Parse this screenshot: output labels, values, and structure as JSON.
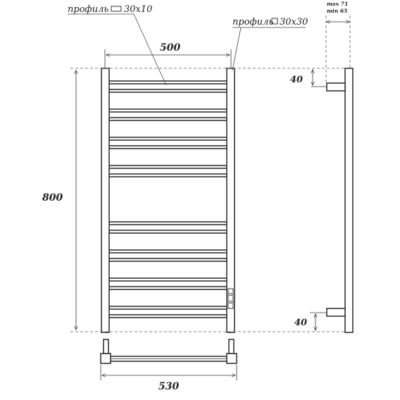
{
  "labels": {
    "profile_rail": "профиль",
    "profile_rail_size": "30x10",
    "profile_post": "профиль",
    "profile_post_size": "30x30",
    "max_offset": "max 71",
    "min_offset": "min 65"
  },
  "dimensions": {
    "width_between_posts": "500",
    "height": "800",
    "bracket_top": "40",
    "bracket_bottom": "40",
    "overall_width": "530"
  },
  "colors": {
    "line": "#333333",
    "background": "#ffffff"
  }
}
